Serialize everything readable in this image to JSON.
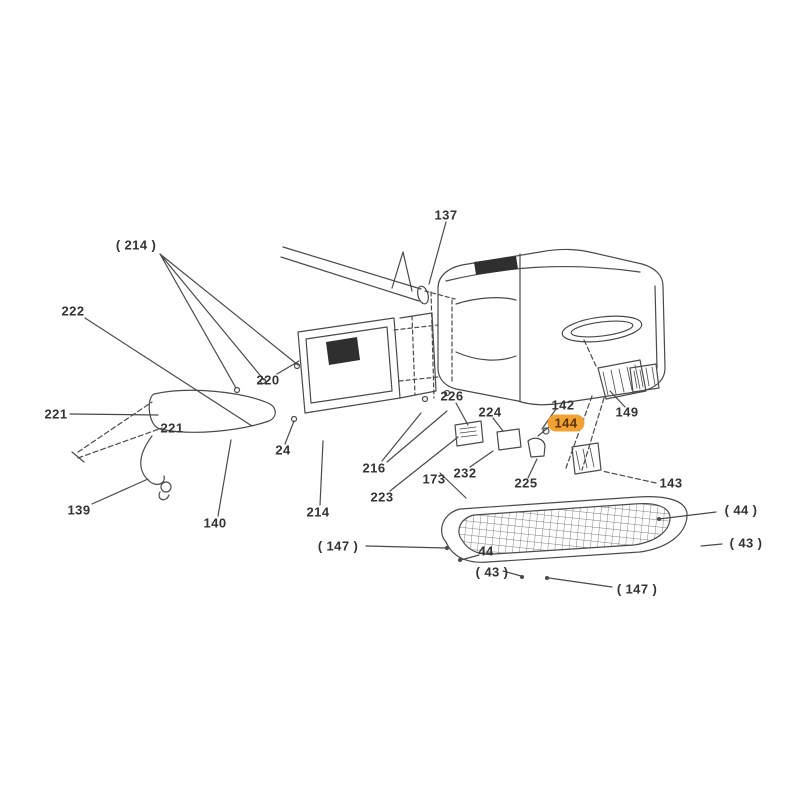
{
  "diagram": {
    "line_color": "#4a4a4a",
    "highlight_color": "#f2a233",
    "highlighted_part": "144",
    "labels": [
      {
        "part": "137",
        "text": "137",
        "highlighted": false
      },
      {
        "part": "214",
        "text": "( 214 )",
        "highlighted": false
      },
      {
        "part": "222",
        "text": "222",
        "highlighted": false
      },
      {
        "part": "220",
        "text": "220",
        "highlighted": false
      },
      {
        "part": "221",
        "text": "221",
        "highlighted": false
      },
      {
        "part": "221",
        "text": "221",
        "highlighted": false
      },
      {
        "part": "24",
        "text": "24",
        "highlighted": false
      },
      {
        "part": "226",
        "text": "226",
        "highlighted": false
      },
      {
        "part": "224",
        "text": "224",
        "highlighted": false
      },
      {
        "part": "142",
        "text": "142",
        "highlighted": false
      },
      {
        "part": "144",
        "text": "144",
        "highlighted": true
      },
      {
        "part": "149",
        "text": "149",
        "highlighted": false
      },
      {
        "part": "216",
        "text": "216",
        "highlighted": false
      },
      {
        "part": "232",
        "text": "232",
        "highlighted": false
      },
      {
        "part": "173",
        "text": "173",
        "highlighted": false
      },
      {
        "part": "223",
        "text": "223",
        "highlighted": false
      },
      {
        "part": "225",
        "text": "225",
        "highlighted": false
      },
      {
        "part": "143",
        "text": "143",
        "highlighted": false
      },
      {
        "part": "214",
        "text": "214",
        "highlighted": false
      },
      {
        "part": "140",
        "text": "140",
        "highlighted": false
      },
      {
        "part": "139",
        "text": "139",
        "highlighted": false
      },
      {
        "part": "147",
        "text": "( 147 )",
        "highlighted": false
      },
      {
        "part": "44",
        "text": "44",
        "highlighted": false
      },
      {
        "part": "43",
        "text": "( 43 )",
        "highlighted": false
      },
      {
        "part": "44",
        "text": "( 44 )",
        "highlighted": false
      },
      {
        "part": "43",
        "text": "( 43 )",
        "highlighted": false
      },
      {
        "part": "147",
        "text": "( 147 )",
        "highlighted": false
      }
    ]
  }
}
